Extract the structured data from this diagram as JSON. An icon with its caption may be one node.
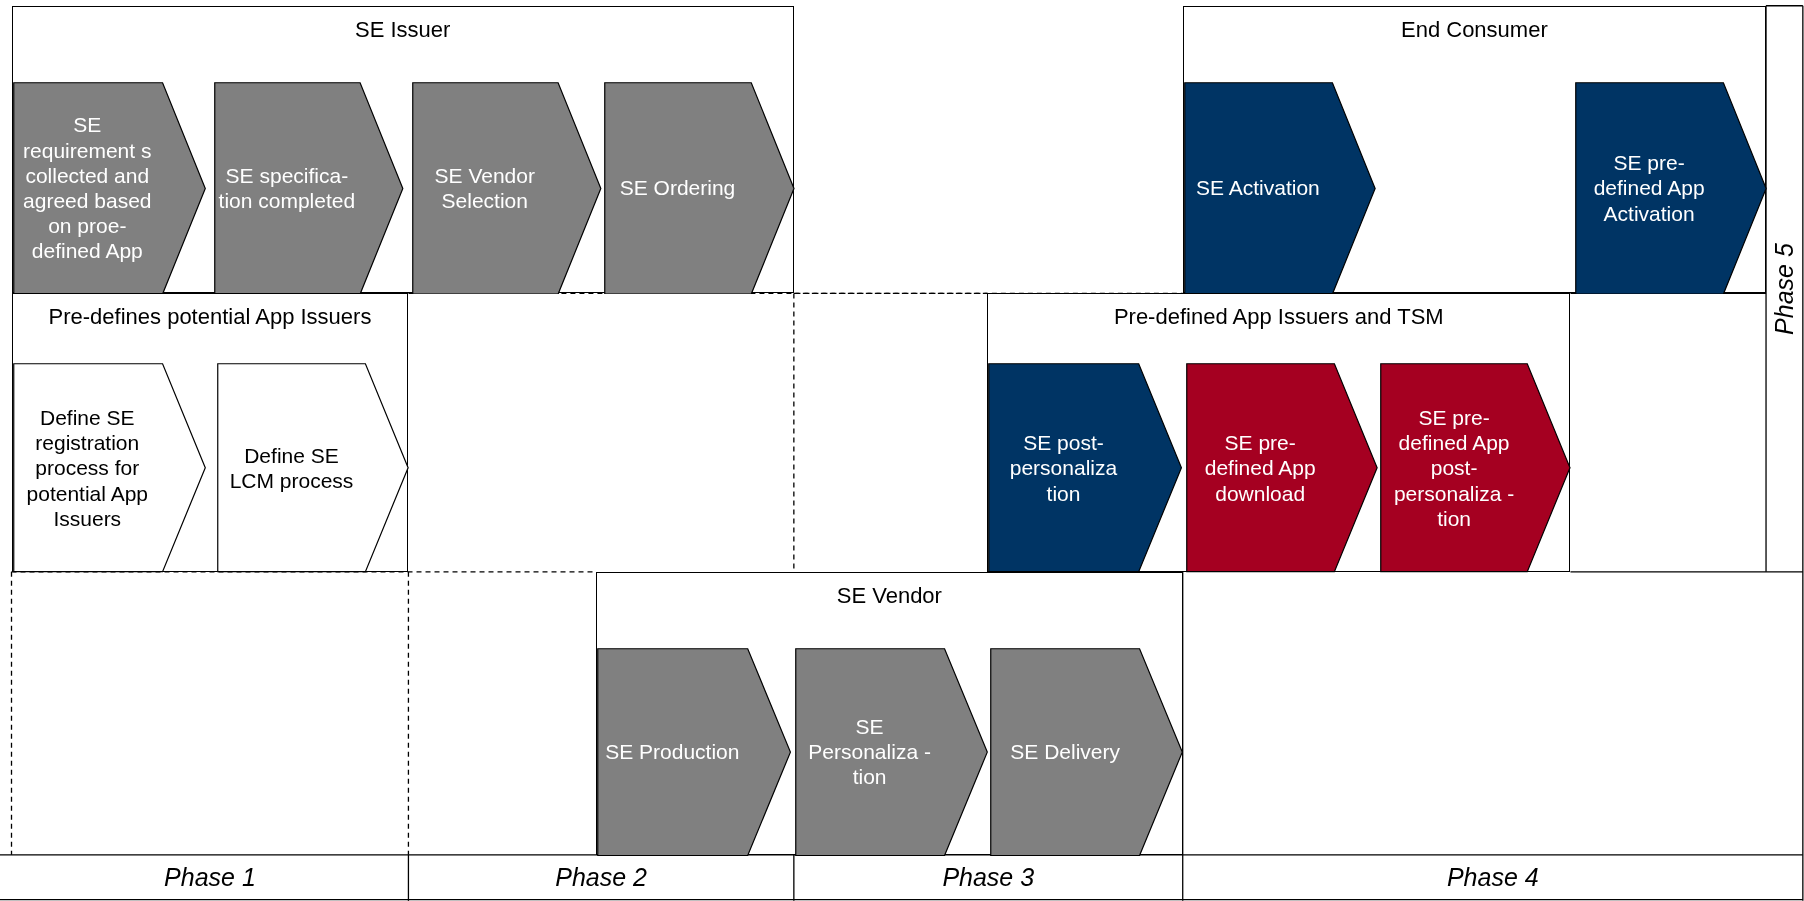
{
  "diagram": {
    "nodes": [
      {
        "text": [
          "SE Issuer"
        ]
      },
      {
        "text": [
          "SE requirement s collected and agreed based on proe-defined App"
        ],
        "in": 0
      },
      {
        "text": [
          "SE specifica- tion completed"
        ],
        "in": 0
      },
      {
        "text": [
          "SE Vendor Selection"
        ],
        "in": 0
      },
      {
        "text": [
          "SE Ordering"
        ],
        "in": 0
      },
      {
        "text": [
          "End Consumer"
        ]
      },
      {
        "text": [
          "SE Activation"
        ],
        "in": 5
      },
      {
        "text": [
          "SE pre- defined App Activation"
        ],
        "in": 5
      },
      {
        "text": [
          "Pre-defines potential App Issuers"
        ]
      },
      {
        "text": [
          "Define SE registration process for potential App Issuers"
        ],
        "in": 8
      },
      {
        "text": [
          "Define SE LCM process"
        ],
        "in": 8
      },
      {
        "text": [
          "Pre-defined App Issuers and TSM"
        ]
      },
      {
        "text": [
          "SE post- personaliza tion"
        ],
        "in": 11
      },
      {
        "text": [
          "SE pre- defined App download"
        ],
        "in": 11
      },
      {
        "text": [
          "SE pre- defined App post- personaliza -tion"
        ],
        "in": 11
      },
      {
        "text": [
          "SE Vendor"
        ]
      },
      {
        "text": [
          "SE Production"
        ],
        "in": 15
      },
      {
        "text": [
          "SE Personaliza -tion"
        ],
        "in": 15
      },
      {
        "text": [
          "SE Delivery"
        ],
        "in": 15
      }
    ],
    "labels": [
      "Phase 5",
      "Phase 1",
      "Phase 2",
      "Phase 3",
      "Phase 4"
    ]
  }
}
